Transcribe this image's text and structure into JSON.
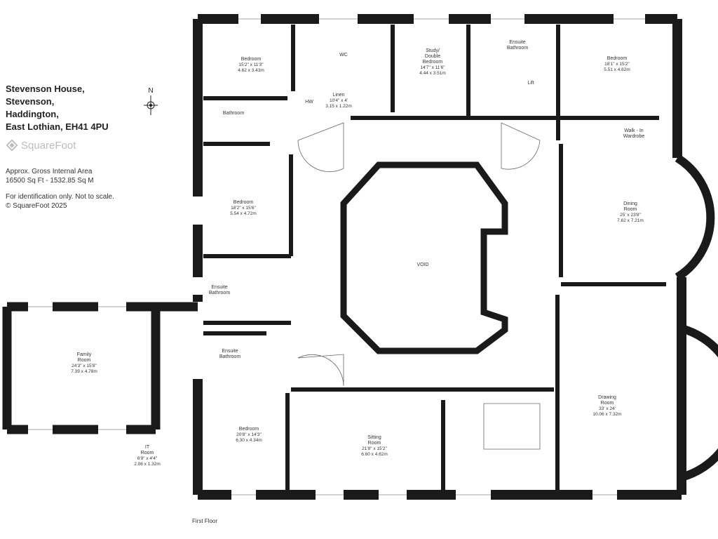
{
  "address": [
    "Stevenson House,",
    "Stevenson,",
    "Haddington,",
    "East Lothian, EH41 4PU"
  ],
  "brand": "SquareFoot",
  "area": [
    "Approx. Gross Internal Area",
    "16500 Sq Ft - 1532.85 Sq M"
  ],
  "disclaimer": [
    "For identification only. Not to scale.",
    "© SquareFoot 2025"
  ],
  "compass_label": "N",
  "floor_label": "First Floor",
  "colors": {
    "wall": "#1a1a1a",
    "line": "#8a8a8a",
    "brand": "#b8bcc4"
  },
  "rooms": [
    {
      "id": "bedroom-1",
      "title": "Bedroom",
      "dims": [
        "15'2\" x 11'3\"",
        "4.62 x 3.43m"
      ]
    },
    {
      "id": "wc",
      "title": "WC",
      "dims": []
    },
    {
      "id": "study",
      "title": "Study/\nDouble\nBedroom",
      "dims": [
        "14'7\" x 11'6\"",
        "4.44 x 3.51m"
      ]
    },
    {
      "id": "ensuite-top",
      "title": "Ensuite\nBathroom",
      "dims": []
    },
    {
      "id": "bedroom-ne",
      "title": "Bedroom",
      "dims": [
        "18'1\" x 15'2\"",
        "5.51 x 4.62m"
      ]
    },
    {
      "id": "linen",
      "title": "Linen",
      "dims": [
        "10'4\" x 4'",
        "3.15 x 1.22m"
      ]
    },
    {
      "id": "hw",
      "title": "HW",
      "dims": []
    },
    {
      "id": "lift",
      "title": "Lift",
      "dims": []
    },
    {
      "id": "bathroom",
      "title": "Bathroom",
      "dims": []
    },
    {
      "id": "walkin",
      "title": "Walk - In\nWardrobe",
      "dims": []
    },
    {
      "id": "bedroom-2",
      "title": "Bedroom",
      "dims": [
        "18'2\" x 15'6\"",
        "5.54 x 4.72m"
      ]
    },
    {
      "id": "dining",
      "title": "Dining\nRoom",
      "dims": [
        "25' x 23'8\"",
        "7.62 x 7.21m"
      ]
    },
    {
      "id": "void",
      "title": "VOID",
      "dims": []
    },
    {
      "id": "ensuite-mid",
      "title": "Ensuite\nBathroom",
      "dims": []
    },
    {
      "id": "family",
      "title": "Family\nRoom",
      "dims": [
        "24'3\" x 15'8\"",
        "7.39 x 4.78m"
      ]
    },
    {
      "id": "ensuite-low",
      "title": "Ensuite\nBathroom",
      "dims": []
    },
    {
      "id": "drawing",
      "title": "Drawing\nRoom",
      "dims": [
        "33' x 24'",
        "10.06 x 7.32m"
      ]
    },
    {
      "id": "bedroom-3",
      "title": "Bedroom",
      "dims": [
        "20'8\" x 14'3\"",
        "6.30 x 4.34m"
      ]
    },
    {
      "id": "sitting",
      "title": "Sitting\nRoom",
      "dims": [
        "21'8\" x 15'2\"",
        "6.60 x 4.62m"
      ]
    },
    {
      "id": "it",
      "title": "IT\nRoom",
      "dims": [
        "6'9\" x 4'4\"",
        "2.06 x 1.32m"
      ]
    }
  ]
}
